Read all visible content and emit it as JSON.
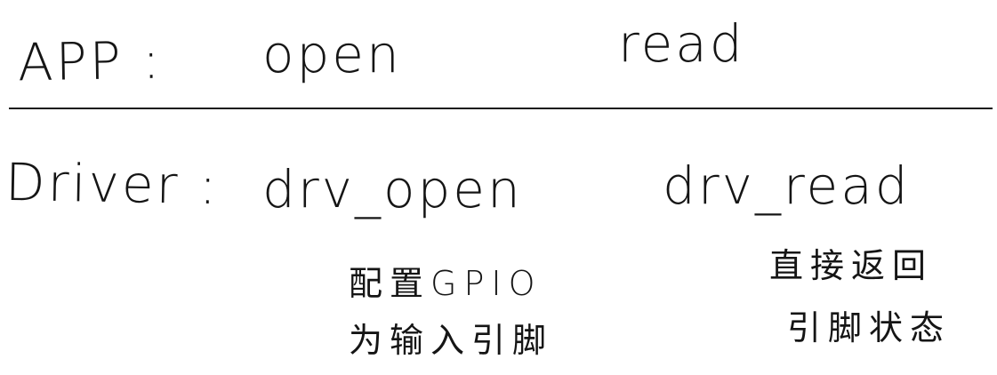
{
  "app_layer": {
    "label": "APP :",
    "call_open": "open",
    "call_read": "read"
  },
  "driver_layer": {
    "label": "Driver :",
    "call_open": "drv_open",
    "call_read": "drv_read"
  },
  "notes": {
    "open_line1": "配置GPIO",
    "open_line2": "为输入引脚",
    "read_line1": "直接返回",
    "read_line2": "引脚状态"
  }
}
